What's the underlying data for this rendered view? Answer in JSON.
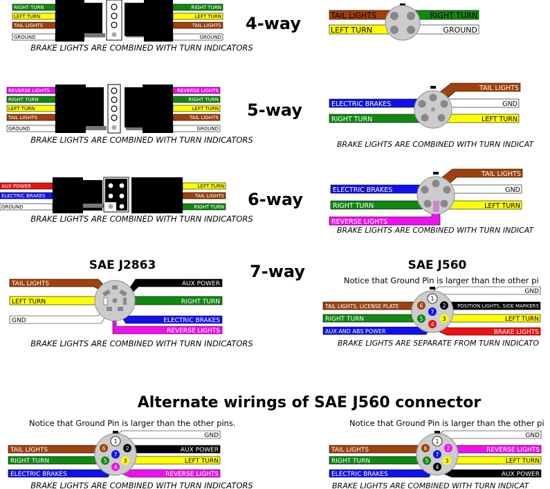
{
  "colors": {
    "brown": "#a0400a",
    "green": "#118811",
    "yellow": "#ffff00",
    "blue": "#1111ee",
    "red": "#ee1111",
    "magenta": "#ee11ee",
    "black": "#000000",
    "white": "#ffffff",
    "pin_grey": "#bbbbbb",
    "pin_dark": "#888888"
  },
  "headings": {
    "four_way": "4-way",
    "five_way": "5-way",
    "six_way": "6-way",
    "seven_way": "7-way",
    "sae_j2863": "SAE J2863",
    "sae_j560": "SAE J560",
    "alternate": "Alternate wirings of SAE J560 connector"
  },
  "notes": {
    "combined": "BRAKE LIGHTS ARE COMBINED WITH TURN INDICATORS",
    "combined_cut": "BRAKE LIGHTS ARE COMBINED WITH TURN INDICAT",
    "separate": "BRAKE LIGHTS ARE SEPARATE FROM TURN INDICATO",
    "ground_larger_full": "Notice that Ground Pin is larger than the other pins.",
    "ground_larger_cut": "Notice that Ground Pin is larger than the other pi",
    "ground_larger_cut2": "Notice that Ground Pin is larger than the other pi"
  },
  "wires": {
    "right_turn": "RIGHT TURN",
    "left_turn": "LEFT TURN",
    "tail_lights": "TAIL LIGHTS",
    "ground": "GROUND",
    "gnd": "GND",
    "reverse_lights": "REVERSE LIGHTS",
    "aux_power": "AUX POWER",
    "electric_brakes": "ELECTRIC BRAKES",
    "tail_license": "TAIL LIGHTS, LICENSE PLATE",
    "position_lights": "POSITION LIGHTS, SIDE MARKERS",
    "aux_abs": "AUX AND ABS POWER",
    "brake_lights": "BRAKE LIGHTS",
    "ground_short": "GROUND"
  },
  "pins": [
    "1",
    "2",
    "3",
    "4",
    "5",
    "6",
    "7"
  ]
}
